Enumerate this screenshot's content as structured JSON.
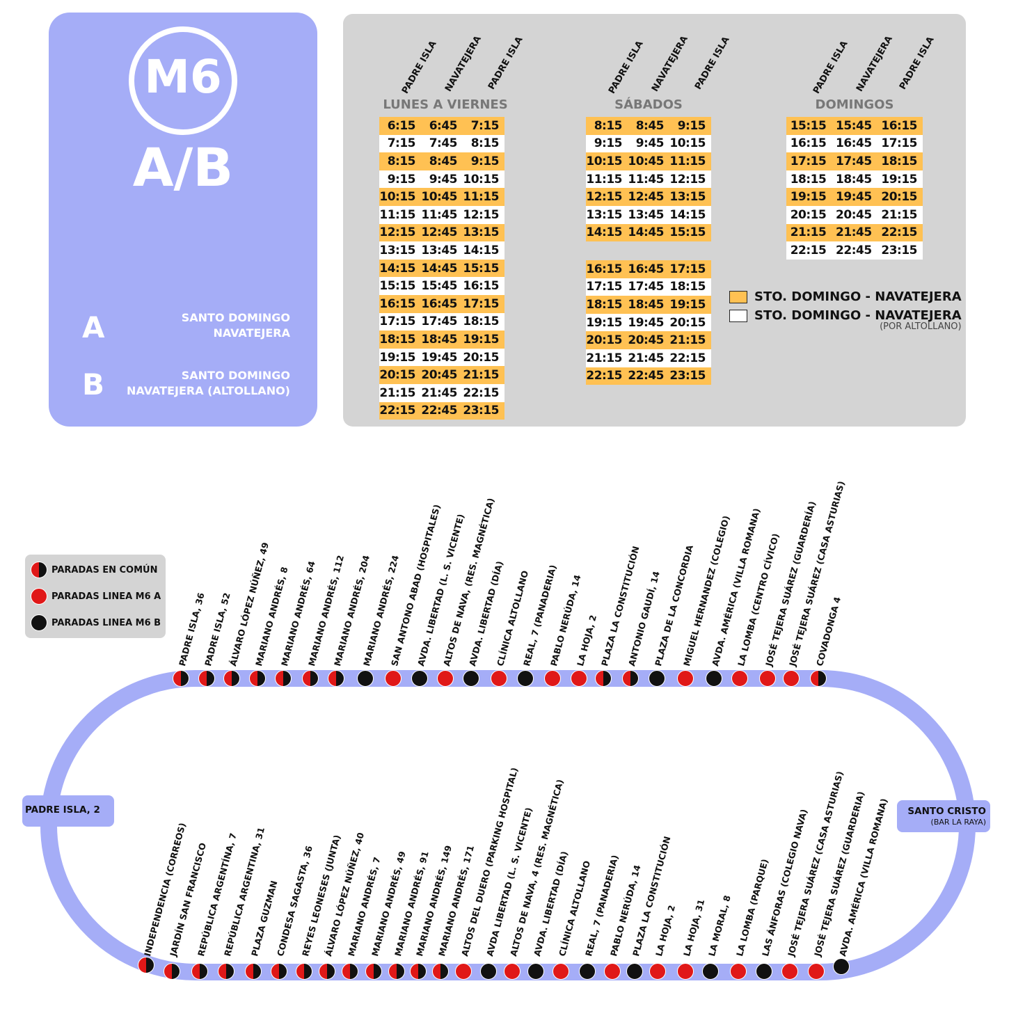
{
  "line": {
    "code": "M6",
    "variant": "A/B",
    "routes": [
      {
        "letter": "A",
        "line1": "SANTO DOMINGO",
        "line2": "NAVATEJERA"
      },
      {
        "letter": "B",
        "line1": "SANTO DOMINGO",
        "line2": "NAVATEJERA (ALTOLLANO)"
      }
    ]
  },
  "timetable": {
    "columns": [
      "PADRE ISLA",
      "NAVATEJERA",
      "PADRE ISLA"
    ],
    "weekdays": {
      "title": "LUNES A VIERNES",
      "rows": [
        {
          "t": [
            "6:15",
            "6:45",
            "7:15"
          ],
          "type": "A"
        },
        {
          "t": [
            "7:15",
            "7:45",
            "8:15"
          ],
          "type": "B"
        },
        {
          "t": [
            "8:15",
            "8:45",
            "9:15"
          ],
          "type": "A"
        },
        {
          "t": [
            "9:15",
            "9:45",
            "10:15"
          ],
          "type": "B"
        },
        {
          "t": [
            "10:15",
            "10:45",
            "11:15"
          ],
          "type": "A"
        },
        {
          "t": [
            "11:15",
            "11:45",
            "12:15"
          ],
          "type": "B"
        },
        {
          "t": [
            "12:15",
            "12:45",
            "13:15"
          ],
          "type": "A"
        },
        {
          "t": [
            "13:15",
            "13:45",
            "14:15"
          ],
          "type": "B"
        },
        {
          "t": [
            "14:15",
            "14:45",
            "15:15"
          ],
          "type": "A"
        },
        {
          "t": [
            "15:15",
            "15:45",
            "16:15"
          ],
          "type": "B"
        },
        {
          "t": [
            "16:15",
            "16:45",
            "17:15"
          ],
          "type": "A"
        },
        {
          "t": [
            "17:15",
            "17:45",
            "18:15"
          ],
          "type": "B"
        },
        {
          "t": [
            "18:15",
            "18:45",
            "19:15"
          ],
          "type": "A"
        },
        {
          "t": [
            "19:15",
            "19:45",
            "20:15"
          ],
          "type": "B"
        },
        {
          "t": [
            "20:15",
            "20:45",
            "21:15"
          ],
          "type": "A"
        },
        {
          "t": [
            "21:15",
            "21:45",
            "22:15"
          ],
          "type": "B"
        },
        {
          "t": [
            "22:15",
            "22:45",
            "23:15"
          ],
          "type": "A"
        }
      ]
    },
    "saturdays": {
      "title": "SÁBADOS",
      "morning": [
        {
          "t": [
            "8:15",
            "8:45",
            "9:15"
          ],
          "type": "A"
        },
        {
          "t": [
            "9:15",
            "9:45",
            "10:15"
          ],
          "type": "B"
        },
        {
          "t": [
            "10:15",
            "10:45",
            "11:15"
          ],
          "type": "A"
        },
        {
          "t": [
            "11:15",
            "11:45",
            "12:15"
          ],
          "type": "B"
        },
        {
          "t": [
            "12:15",
            "12:45",
            "13:15"
          ],
          "type": "A"
        },
        {
          "t": [
            "13:15",
            "13:45",
            "14:15"
          ],
          "type": "B"
        },
        {
          "t": [
            "14:15",
            "14:45",
            "15:15"
          ],
          "type": "A"
        }
      ],
      "afternoon": [
        {
          "t": [
            "16:15",
            "16:45",
            "17:15"
          ],
          "type": "A"
        },
        {
          "t": [
            "17:15",
            "17:45",
            "18:15"
          ],
          "type": "B"
        },
        {
          "t": [
            "18:15",
            "18:45",
            "19:15"
          ],
          "type": "A"
        },
        {
          "t": [
            "19:15",
            "19:45",
            "20:15"
          ],
          "type": "B"
        },
        {
          "t": [
            "20:15",
            "20:45",
            "21:15"
          ],
          "type": "A"
        },
        {
          "t": [
            "21:15",
            "21:45",
            "22:15"
          ],
          "type": "B"
        },
        {
          "t": [
            "22:15",
            "22:45",
            "23:15"
          ],
          "type": "A"
        }
      ]
    },
    "sundays": {
      "title": "DOMINGOS",
      "rows": [
        {
          "t": [
            "15:15",
            "15:45",
            "16:15"
          ],
          "type": "A"
        },
        {
          "t": [
            "16:15",
            "16:45",
            "17:15"
          ],
          "type": "B"
        },
        {
          "t": [
            "17:15",
            "17:45",
            "18:15"
          ],
          "type": "A"
        },
        {
          "t": [
            "18:15",
            "18:45",
            "19:15"
          ],
          "type": "B"
        },
        {
          "t": [
            "19:15",
            "19:45",
            "20:15"
          ],
          "type": "A"
        },
        {
          "t": [
            "20:15",
            "20:45",
            "21:15"
          ],
          "type": "B"
        },
        {
          "t": [
            "21:15",
            "21:45",
            "22:15"
          ],
          "type": "A"
        },
        {
          "t": [
            "22:15",
            "22:45",
            "23:15"
          ],
          "type": "B"
        }
      ]
    },
    "legend": {
      "a_label": "STO. DOMINGO - NAVATEJERA",
      "b_label": "STO. DOMINGO - NAVATEJERA",
      "b_sub": "(POR ALTOLLANO)"
    }
  },
  "colors": {
    "a": "#ffc153",
    "b": "#ffffff",
    "stop_a": "#e01818",
    "stop_b": "#111111",
    "line": "#a5adf7"
  },
  "stops_legend": [
    {
      "type": "both",
      "label": "PARADAS EN COMÚN"
    },
    {
      "type": "a",
      "label": "PARADAS LINEA M6 A"
    },
    {
      "type": "b",
      "label": "PARADAS LINEA M6 B"
    }
  ],
  "terminals": {
    "left": "PADRE ISLA, 2",
    "right": "SANTO CRISTO",
    "right_sub": "(BAR LA RAYA)"
  },
  "top_stops": [
    {
      "name": "PADRE ISLA, 36",
      "type": "both"
    },
    {
      "name": "PADRE ISLA, 52",
      "type": "both"
    },
    {
      "name": "ÁLVARO LÓPEZ NÚÑEZ, 49",
      "type": "both"
    },
    {
      "name": "MARIANO ANDRÉS, 8",
      "type": "both"
    },
    {
      "name": "MARIANO ANDRÉS, 64",
      "type": "both"
    },
    {
      "name": "MARIANO ANDRÉS, 112",
      "type": "both"
    },
    {
      "name": "MARIANO ANDRÉS, 204",
      "type": "both"
    },
    {
      "name": "MARIANO ANDRÉS, 224",
      "type": "b"
    },
    {
      "name": "SAN ANTONO ABAD (HOSPITALES)",
      "type": "a"
    },
    {
      "name": "AVDA. LIBERTAD (L. S. VICENTE)",
      "type": "b"
    },
    {
      "name": "ALTOS DE NAVA, (RES. MAGNÉTICA)",
      "type": "a"
    },
    {
      "name": "AVDA. LIBERTAD (DÍA)",
      "type": "b"
    },
    {
      "name": "CLÍNICA ALTOLLANO",
      "type": "a"
    },
    {
      "name": "REAL, 7 (PANADERIA)",
      "type": "b"
    },
    {
      "name": "PABLO NERÚDA, 14",
      "type": "a"
    },
    {
      "name": "LA HOJA, 2",
      "type": "a"
    },
    {
      "name": "PLAZA LA CONSTITUCIÓN",
      "type": "both"
    },
    {
      "name": "ANTONIO GAUDÍ, 14",
      "type": "both"
    },
    {
      "name": "PLAZA DE LA CONCORDIA",
      "type": "b"
    },
    {
      "name": "MIGUEL HERNANDEZ (COLEGIO)",
      "type": "a"
    },
    {
      "name": "AVDA. AMÉRICA (VILLA ROMANA)",
      "type": "b"
    },
    {
      "name": "LA LOMBA (CENTRO CÍVICO)",
      "type": "a"
    },
    {
      "name": "JOSÉ TEJERA SUÁREZ (GUARDERÍA)",
      "type": "a"
    },
    {
      "name": "JOSÉ TEJERA SUÁREZ (CASA ASTURIAS)",
      "type": "a"
    },
    {
      "name": "COVADONGA 4",
      "type": "both"
    }
  ],
  "bottom_stops": [
    {
      "name": "INDEPENDENCIA (CORREOS)",
      "type": "both"
    },
    {
      "name": "JARDÍN SAN FRANCISCO",
      "type": "both"
    },
    {
      "name": "REPÚBLICA ARGENTÍNA, 7",
      "type": "both"
    },
    {
      "name": "REPÚBLICA ARGENTINA, 31",
      "type": "both"
    },
    {
      "name": "PLAZA GUZMAN",
      "type": "both"
    },
    {
      "name": "CONDESA SAGASTA, 36",
      "type": "both"
    },
    {
      "name": "REYES LEONESES (JUNTA)",
      "type": "both"
    },
    {
      "name": "ÁLVARO LÓPEZ NÚÑEZ, 40",
      "type": "both"
    },
    {
      "name": "MARIANO ANDRÉS, 7",
      "type": "both"
    },
    {
      "name": "MARIANO ANDRÉS, 49",
      "type": "both"
    },
    {
      "name": "MARIANO ANDRÉS, 91",
      "type": "both"
    },
    {
      "name": "MARIANO ANDRÉS, 149",
      "type": "both"
    },
    {
      "name": "MARIANO ANDRÉS, 171",
      "type": "both"
    },
    {
      "name": "ALTOS DEL DUERO (PARKING HOSPITAL)",
      "type": "a"
    },
    {
      "name": "AVDA LIBERTAD (L. S. VICENTE)",
      "type": "b"
    },
    {
      "name": "ALTOS DE NAVA, 4 (RES. MAGNÉTICA)",
      "type": "a"
    },
    {
      "name": "AVDA. LIBERTAD (DÍA)",
      "type": "b"
    },
    {
      "name": "CLÍNICA ALTOLLANO",
      "type": "a"
    },
    {
      "name": "REAL, 7 (PANADERIA)",
      "type": "b"
    },
    {
      "name": "PABLO NERÚDA, 14",
      "type": "a"
    },
    {
      "name": "PLAZA LA CONSTITUCIÓN",
      "type": "b"
    },
    {
      "name": "LA HOJA, 2",
      "type": "a"
    },
    {
      "name": "LA HOJA, 31",
      "type": "a"
    },
    {
      "name": "LA MORAL, 8",
      "type": "b"
    },
    {
      "name": "LA LOMBA (PARQUE)",
      "type": "a"
    },
    {
      "name": "LAS ÁNFORAS (COLEGIO NAVA)",
      "type": "b"
    },
    {
      "name": "JOSÉ TEJERA SUÁREZ (CASA ASTURIAS)",
      "type": "a"
    },
    {
      "name": "JOSÉ TEJERA SUÁREZ (GUARDERIA)",
      "type": "a"
    },
    {
      "name": "AVDA. AMÉRICA (VILLA ROMANA)",
      "type": "b"
    }
  ]
}
